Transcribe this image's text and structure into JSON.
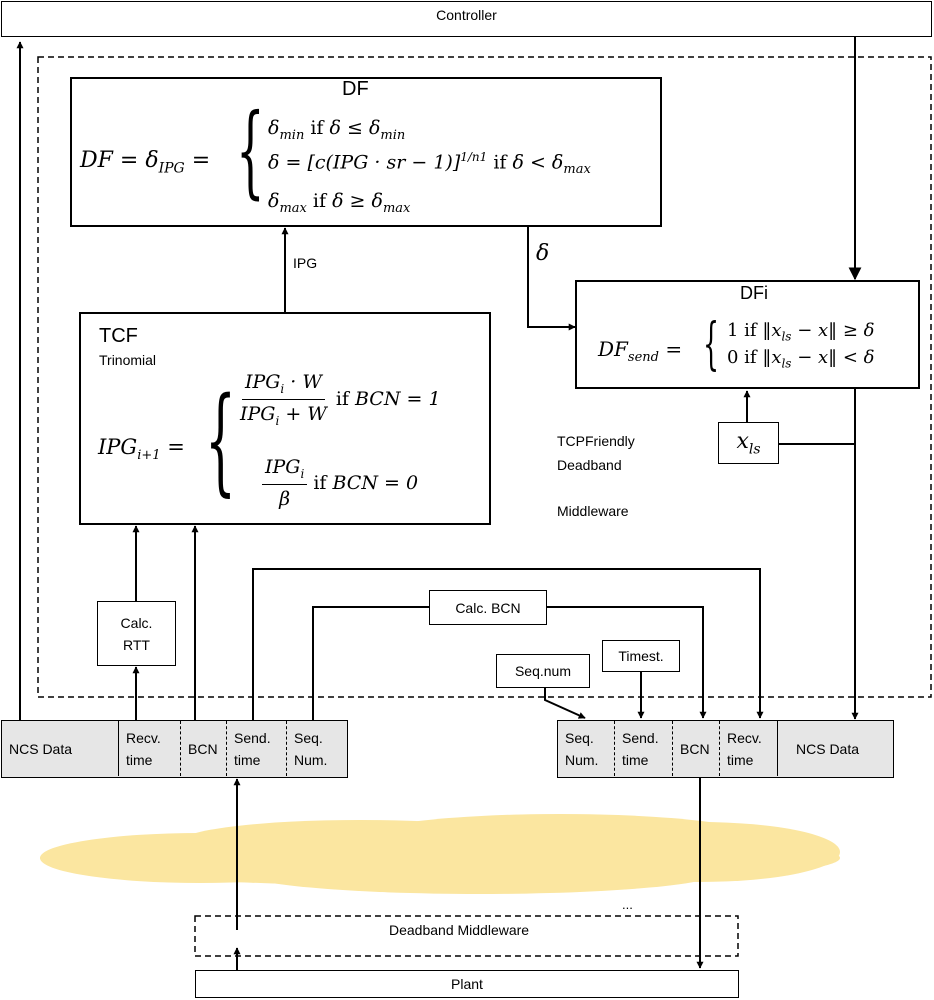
{
  "labels": {
    "controller": "Controller",
    "plant": "Plant",
    "df_title": "DF",
    "dfi_title": "DFi",
    "tcf_title": "TCF",
    "tcf_subtitle": "Trinomial",
    "ipg_arrow": "IPG",
    "delta_arrow": "δ",
    "tcpfriendly": "TCPFriendly",
    "deadband": "Deadband",
    "middleware": "Middleware",
    "calc_rtt_1": "Calc.",
    "calc_rtt_2": "RTT",
    "calc_bcn": "Calc. BCN",
    "seq_num": "Seq.num",
    "timest": "Timest.",
    "ellipsis": "...",
    "deadband_middleware": "Deadband Middleware",
    "x_ls": "x_ls"
  },
  "equations": {
    "df_lhs": "DF = δ_IPG =",
    "df_case1": "δ_min if δ ≤ δ_min",
    "df_case2": "δ = [c(IPG · sr − 1)]^(1/n1) if δ < δ_max",
    "df_case3": "δ_max if δ ≥ δ_max",
    "dfi_lhs": "DF_send =",
    "dfi_case1": "1 if ‖x_ls − x‖ ≥ δ",
    "dfi_case2": "0 if ‖x_ls − x‖ < δ",
    "tcf_lhs": "IPG_(i+1) =",
    "tcf_case1": "(IPG_i · W)/(IPG_i + W) if BCN = 1",
    "tcf_case2": "IPG_i / β if BCN = 0"
  },
  "left_packet": {
    "fields": [
      {
        "line1": "NCS Data",
        "line2": ""
      },
      {
        "line1": "Recv.",
        "line2": "time"
      },
      {
        "line1": "BCN",
        "line2": ""
      },
      {
        "line1": "Send.",
        "line2": "time"
      },
      {
        "line1": "Seq.",
        "line2": "Num."
      }
    ]
  },
  "right_packet": {
    "fields": [
      {
        "line1": "Seq.",
        "line2": "Num."
      },
      {
        "line1": "Send.",
        "line2": "time"
      },
      {
        "line1": "BCN",
        "line2": ""
      },
      {
        "line1": "Recv.",
        "line2": "time"
      },
      {
        "line1": "NCS Data",
        "line2": ""
      }
    ]
  },
  "colors": {
    "cloud": "#fbe6a0",
    "packet_gray": "#e6e6e6"
  }
}
